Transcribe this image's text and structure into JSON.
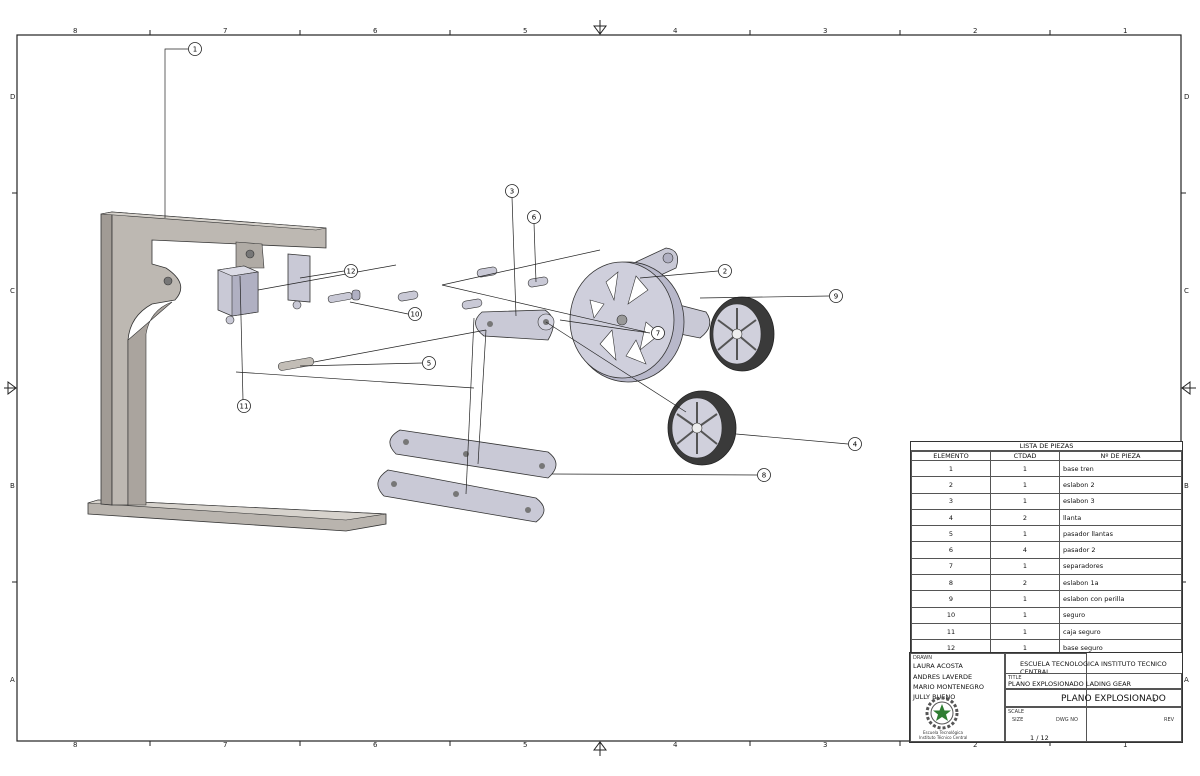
{
  "zones": {
    "columns": [
      "8",
      "7",
      "6",
      "5",
      "4",
      "3",
      "2",
      "1"
    ],
    "rows": [
      "D",
      "C",
      "B",
      "A"
    ]
  },
  "balloons": [
    "1",
    "2",
    "3",
    "4",
    "5",
    "6",
    "7",
    "8",
    "9",
    "10",
    "11",
    "12"
  ],
  "bom": {
    "caption": "LISTA DE PIEZAS",
    "headers": {
      "item": "ELEMENTO",
      "qty": "CTDAD",
      "part": "Nº DE PIEZA"
    },
    "rows": [
      {
        "item": "1",
        "qty": "1",
        "part": "base tren"
      },
      {
        "item": "2",
        "qty": "1",
        "part": "eslabon 2"
      },
      {
        "item": "3",
        "qty": "1",
        "part": "eslabon 3"
      },
      {
        "item": "4",
        "qty": "2",
        "part": "llanta"
      },
      {
        "item": "5",
        "qty": "1",
        "part": "pasador llantas"
      },
      {
        "item": "6",
        "qty": "4",
        "part": "pasador 2"
      },
      {
        "item": "7",
        "qty": "1",
        "part": "separadores"
      },
      {
        "item": "8",
        "qty": "2",
        "part": "eslabon 1a"
      },
      {
        "item": "9",
        "qty": "1",
        "part": "eslabon con perilla"
      },
      {
        "item": "10",
        "qty": "1",
        "part": "seguro"
      },
      {
        "item": "11",
        "qty": "1",
        "part": "caja seguro"
      },
      {
        "item": "12",
        "qty": "1",
        "part": "base seguro"
      }
    ]
  },
  "title_block": {
    "drawn_label": "DRAWN",
    "authors": [
      "LAURA ACOSTA",
      "ANDRES LAVERDE",
      "MARIO MONTENEGRO",
      "JULLY BUENO"
    ],
    "institution": "ESCUELA TECNOLOGICA INSTITUTO TECNICO CENTRAL",
    "title_label": "TITLE",
    "title": "PLANO EXPLOSIONADO LADING GEAR",
    "drawing_name": "PLANO EXPLOSIONADO",
    "drawing_suffix": "1",
    "scale_label": "SCALE",
    "size_label": "SIZE",
    "dwg_no_label": "DWG NO",
    "rev_label": "REV",
    "sheet": "1 / 12",
    "logo_lines": [
      "Escuela Tecnológica",
      "Instituto Técnico Central"
    ]
  },
  "colors": {
    "part": "#c9c9d6",
    "part_dark": "#9a9aab",
    "tire": "#3a3a3a",
    "base": "#b9b4ae"
  }
}
